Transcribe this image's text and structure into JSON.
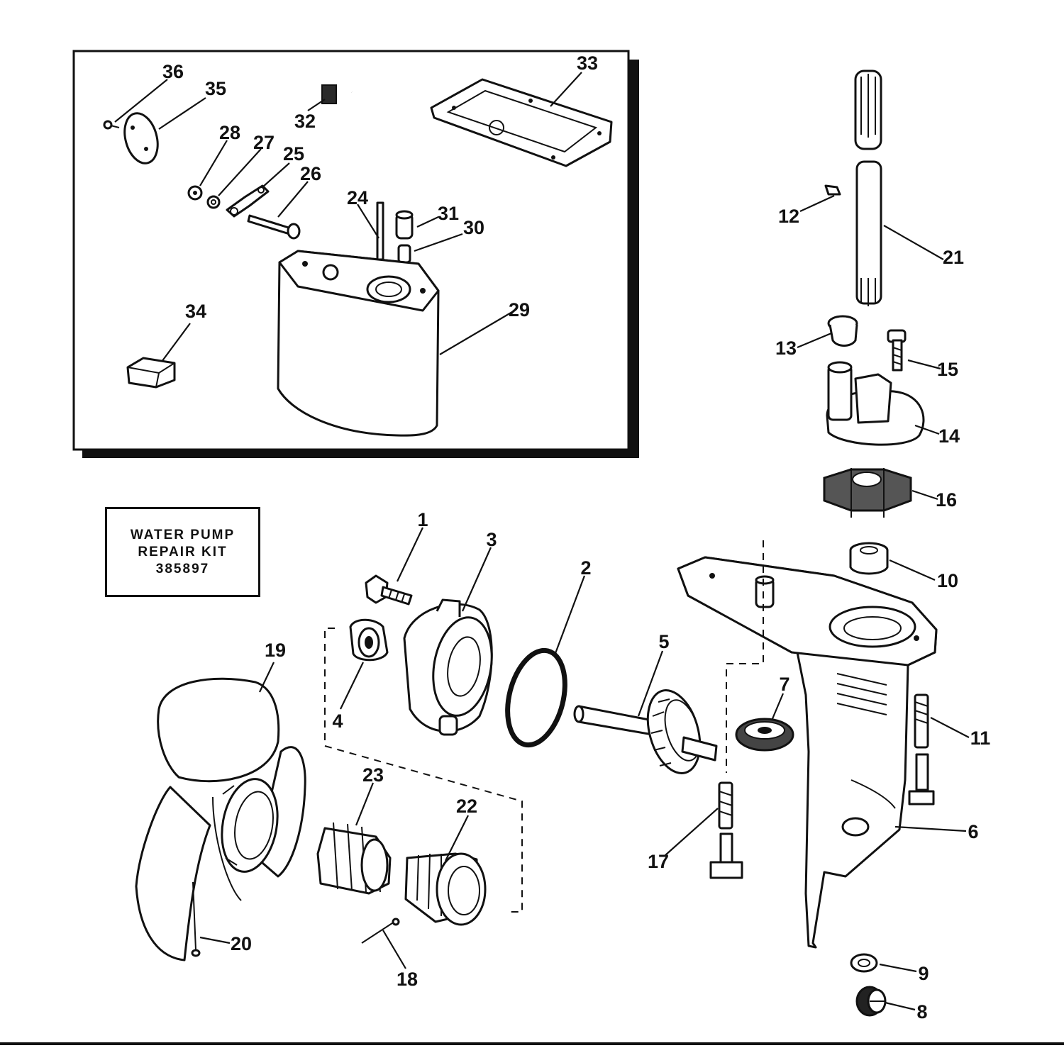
{
  "kit_box": {
    "line1": "WATER PUMP",
    "line2": "REPAIR KIT",
    "line3": "385897"
  },
  "callouts": [
    "1",
    "2",
    "3",
    "4",
    "5",
    "6",
    "7",
    "8",
    "9",
    "10",
    "11",
    "12",
    "13",
    "14",
    "15",
    "16",
    "17",
    "18",
    "19",
    "20",
    "21",
    "22",
    "23",
    "24",
    "25",
    "26",
    "27",
    "28",
    "29",
    "30",
    "31",
    "32",
    "33",
    "34",
    "35",
    "36"
  ]
}
